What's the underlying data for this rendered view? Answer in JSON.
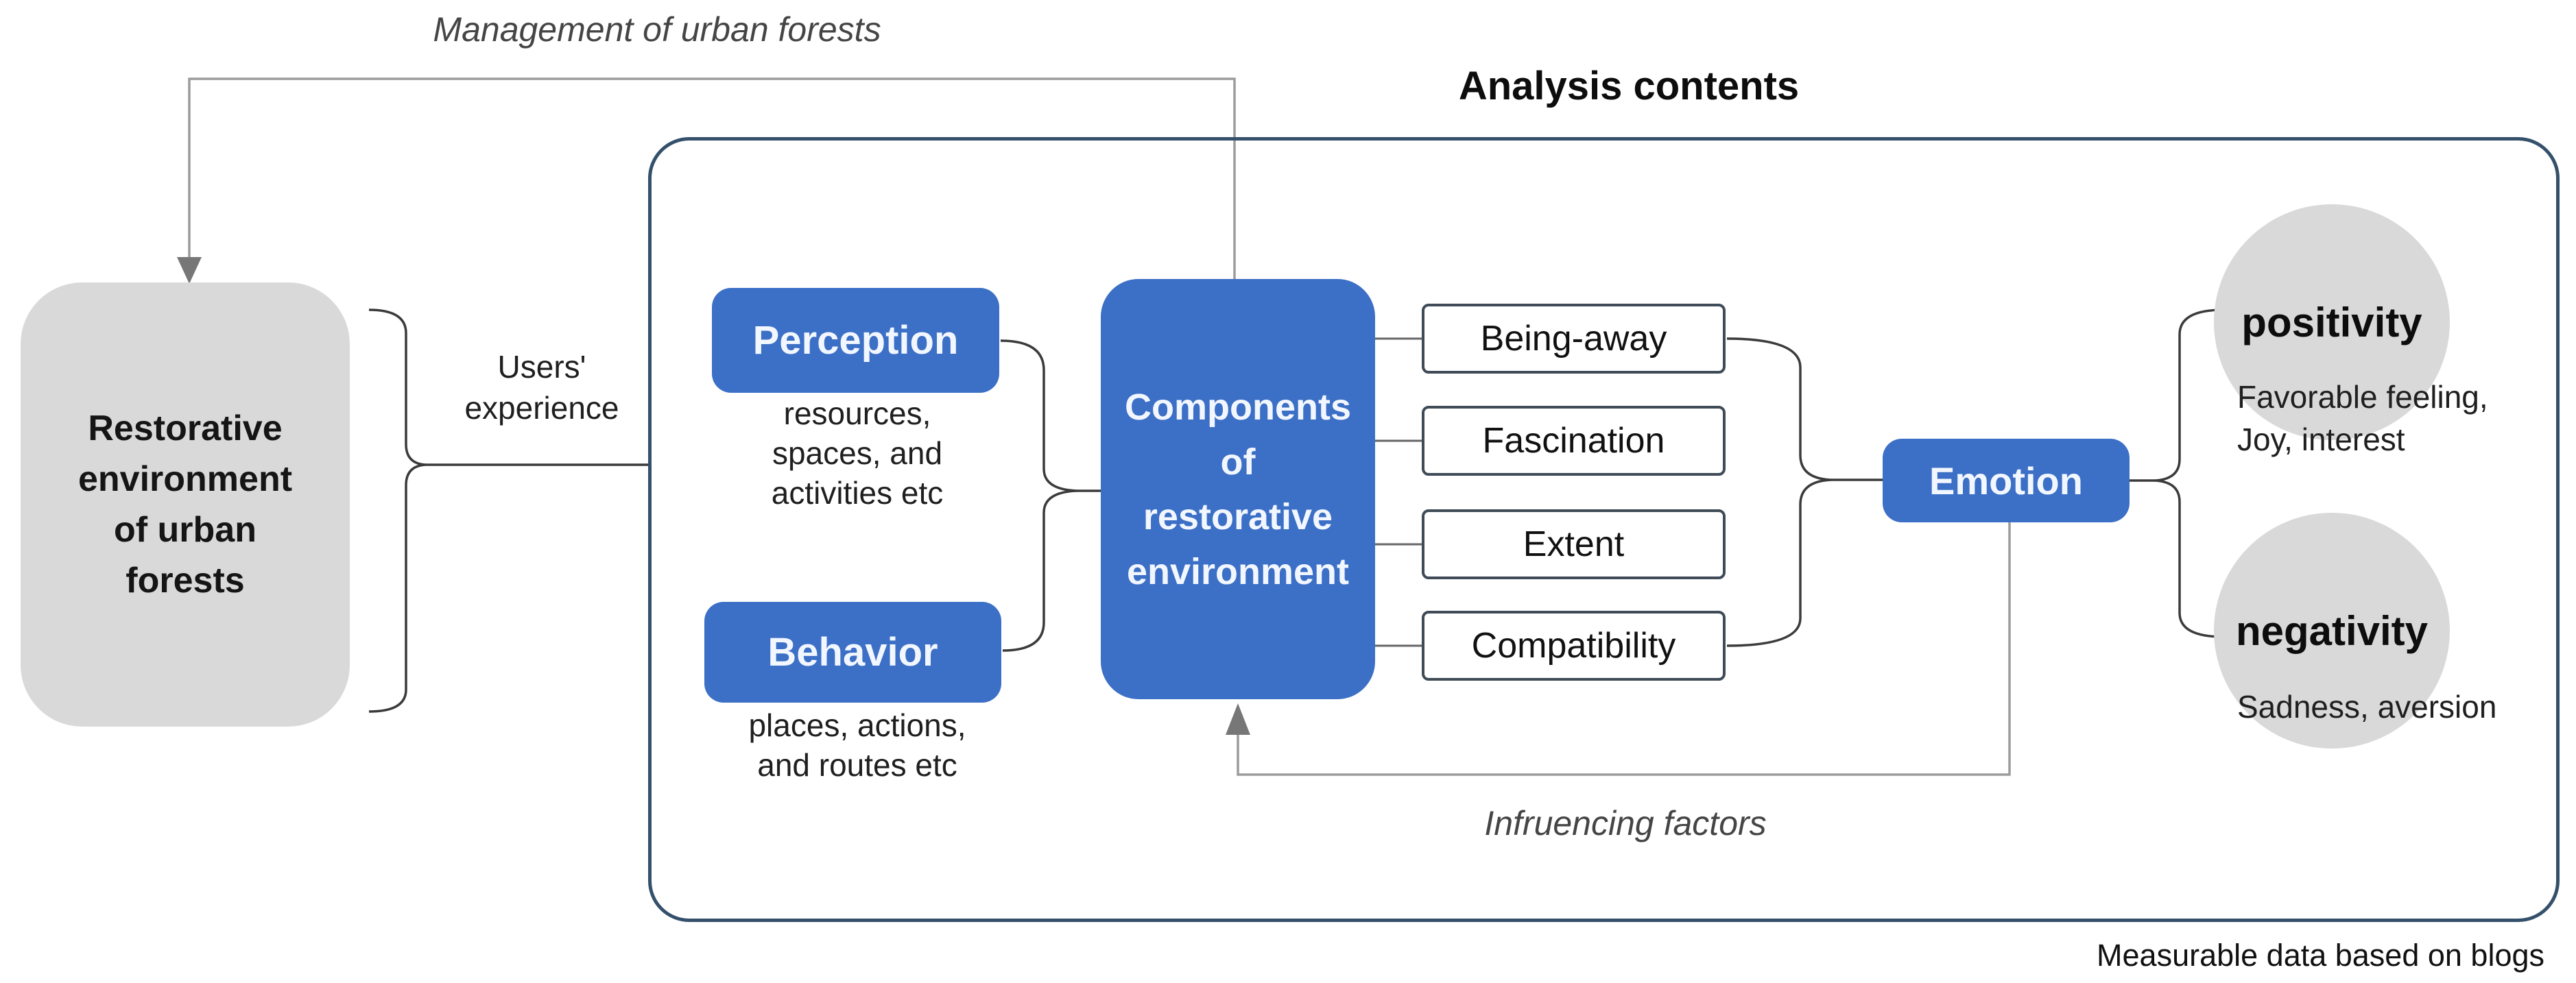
{
  "management_label": "Management of urban forests",
  "analysis_box": {
    "title": "Analysis contents",
    "footnote": "Measurable data based on blogs"
  },
  "restorative_box": {
    "label": "Restorative\nenvironment\nof urban\nforests"
  },
  "users_experience": {
    "label": "Users'\nexperience"
  },
  "perception": {
    "label": "Perception",
    "caption": "resources,\nspaces, and\nactivities etc"
  },
  "behavior": {
    "label": "Behavior",
    "caption": "places, actions,\nand routes etc"
  },
  "components": {
    "label": "Components\nof\nrestorative\nenvironment"
  },
  "factors": [
    {
      "label": "Being-away"
    },
    {
      "label": "Fascination"
    },
    {
      "label": "Extent"
    },
    {
      "label": "Compatibility"
    }
  ],
  "emotion": {
    "label": "Emotion"
  },
  "positivity": {
    "label": "positivity",
    "caption": "Favorable feeling,\nJoy, interest"
  },
  "negativity": {
    "label": "negativity",
    "caption": "Sadness, aversion"
  },
  "influencing_label": "Infruencing factors",
  "colors": {
    "primary_blue": "#3c6fc6",
    "box_gray": "#d9d9d9",
    "border_navy": "#34506b",
    "factor_border": "#3f4c57",
    "line_gray": "#9b9b9b",
    "arrow_gray": "#777777",
    "connector_dark": "#3b3b3b",
    "stub_gray": "#666666"
  }
}
